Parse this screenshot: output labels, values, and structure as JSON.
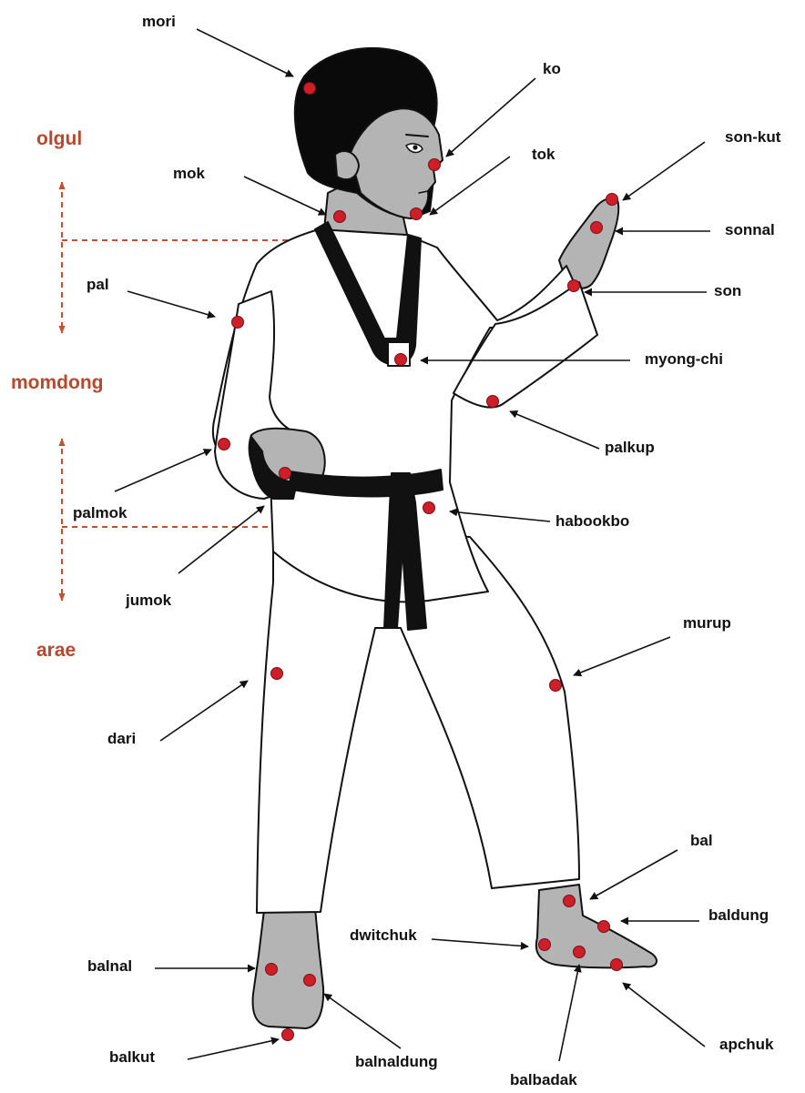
{
  "colors": {
    "marker": "#cc1f2a",
    "zone_text": "#b8482c",
    "zone_arrow": "#c0532f",
    "label_text": "#111111",
    "uniform": "#ffffff",
    "skin": "#b4b4b4",
    "hair": "#0a0a0a",
    "belt": "#111111"
  },
  "zones": {
    "olgul": "olgul",
    "momdong": "momdong",
    "arae": "arae"
  },
  "labels": {
    "mori": "mori",
    "ko": "ko",
    "tok": "tok",
    "mok": "mok",
    "son_kut": "son-kut",
    "sonnal": "sonnal",
    "son": "son",
    "pal": "pal",
    "myong_chi": "myong-chi",
    "palkup": "palkup",
    "palmok": "palmok",
    "jumok": "jumok",
    "habookbo": "habookbo",
    "murup": "murup",
    "dari": "dari",
    "bal": "bal",
    "baldung": "baldung",
    "dwitchuk": "dwitchuk",
    "balnal": "balnal",
    "balkut": "balkut",
    "balnaldung": "balnaldung",
    "balbadak": "balbadak",
    "apchuk": "apchuk"
  },
  "icons": {
    "figure": "taekwondo-student-illustration",
    "point": "red-dot-marker",
    "pointer": "arrow-icon"
  }
}
